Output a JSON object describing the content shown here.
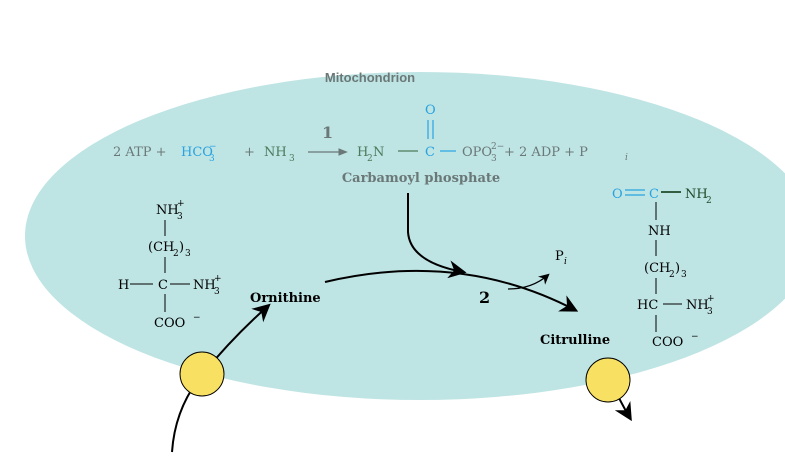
{
  "labels": {
    "compartment": "Mitochondrion",
    "reaction1_step": "1",
    "reaction2_step": "2",
    "carbamoyl_phosphate": "Carbamoyl phosphate",
    "ornithine": "Ornithine",
    "citrulline": "Citrulline",
    "pi_product": "P",
    "pi_sub": "i"
  },
  "equation": {
    "atp": "2 ATP + ",
    "hco3": "HCO",
    "hco3_sub": "3",
    "hco3_sup": "−",
    "plus": "+ ",
    "nh3": "NH",
    "nh3_sub": "3",
    "h2n": "H",
    "h2n_sub": "2",
    "h2n_n": "N",
    "carbonyl_o": "O",
    "carbon": "C",
    "opo": "OPO",
    "opo_sub": "3",
    "opo_sup": "2−",
    "adp": " + 2 ADP + P",
    "adp_pi_sub": "i"
  },
  "ornithine_structure": {
    "nh3": "NH",
    "nh3_sub": "3",
    "nh3_sup": "+",
    "ch2": "(CH",
    "ch2_sub": "2",
    "ch2_close": ")",
    "ch2_count": "3",
    "h": "H",
    "c": "C",
    "coo": "COO",
    "coo_sup": "−"
  },
  "citrulline_structure": {
    "o": "O",
    "c": "C",
    "nh2": "NH",
    "nh2_sub": "2",
    "nh": "NH",
    "ch2": "(CH",
    "ch2_sub": "2",
    "ch2_close": ")",
    "ch2_count": "3",
    "hc": "HC",
    "nh3": "NH",
    "nh3_sub": "3",
    "nh3_sup": "+",
    "coo": "COO",
    "coo_sup": "−"
  },
  "colors": {
    "mitochondrion_fill": "#bfe4e4",
    "gray_text": "#6b7878",
    "green_text": "#4a7a5a",
    "blue_text": "#29a3e0",
    "dark_green": "#1f4a2a",
    "transporter_fill": "#f8e062",
    "ink": "#000000"
  }
}
